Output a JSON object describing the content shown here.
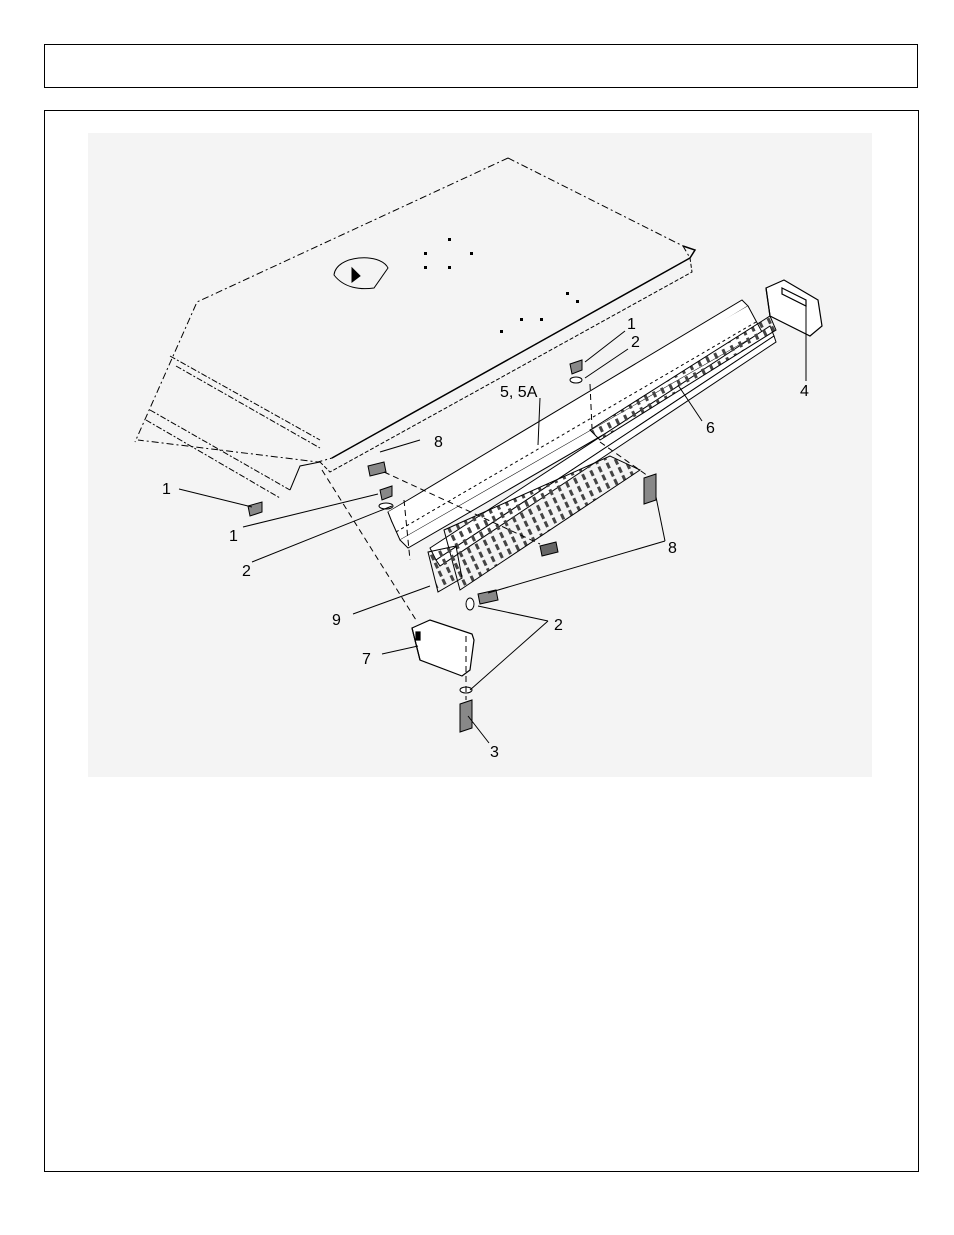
{
  "header": {
    "title": ""
  },
  "diagram": {
    "callouts": {
      "c1_top": "1",
      "c2_top": "2",
      "c4": "4",
      "c5": "5, 5A",
      "c6": "6",
      "c8_top": "8",
      "c1_left": "1",
      "c1_mid": "1",
      "c2_left": "2",
      "c8_right": "8",
      "c9": "9",
      "c2_right": "2",
      "c7": "7",
      "c3": "3"
    }
  }
}
